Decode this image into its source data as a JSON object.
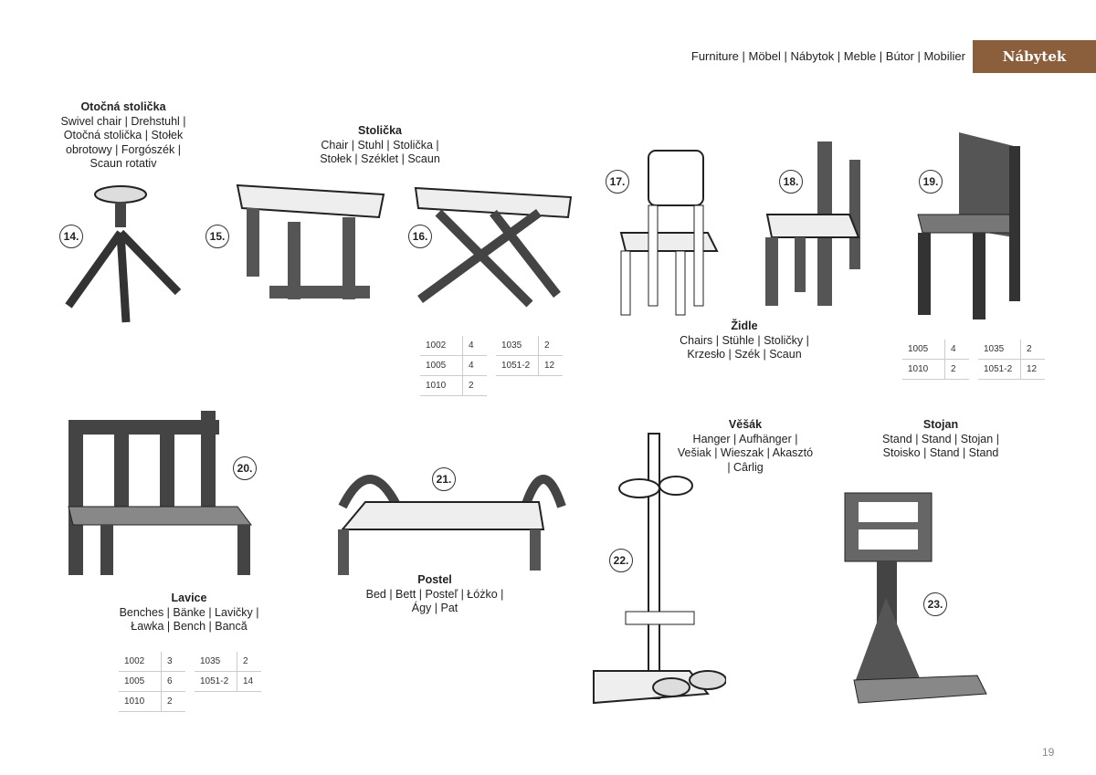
{
  "header": {
    "languages": "Furniture | Möbel | Nábytok | Meble | Bútor | Mobilier",
    "section_tag": "Nábytek"
  },
  "items": [
    {
      "title": "Otočná stolička",
      "lines": [
        "Swivel chair | Drehstuhl |",
        "Otočná stolička | Stołek",
        "obrotowy | Forgószék |",
        "Scaun rotativ"
      ]
    },
    {
      "title": "Stolička",
      "lines": [
        "Chair | Stuhl | Stolička |",
        "Stołek | Széklet | Scaun"
      ]
    },
    {
      "title": "Židle",
      "lines": [
        "Chairs | Stühle | Stoličky |",
        "Krzesło | Szék | Scaun"
      ]
    },
    {
      "title": "Lavice",
      "lines": [
        "Benches | Bänke | Lavičky |",
        "Ławka | Bench | Bancă"
      ]
    },
    {
      "title": "Postel",
      "lines": [
        "Bed | Bett | Posteľ | Łóżko |",
        "Ágy | Pat"
      ]
    },
    {
      "title": "Věšák",
      "lines": [
        "Hanger | Aufhänger |",
        "Vešiak | Wieszak | Akasztó",
        "| Cârlig"
      ]
    },
    {
      "title": "Stojan",
      "lines": [
        "Stand | Stand | Stojan |",
        "Stoisko | Stand | Stand"
      ]
    }
  ],
  "numbers": [
    "14.",
    "15.",
    "16.",
    "17.",
    "18.",
    "19.",
    "20.",
    "21.",
    "22.",
    "23."
  ],
  "parts_tables": {
    "stolicka": [
      [
        [
          "1002",
          "4"
        ],
        [
          "1005",
          "4"
        ],
        [
          "1010",
          "2"
        ]
      ],
      [
        [
          "1035",
          "2"
        ],
        [
          "1051-2",
          "12"
        ]
      ]
    ],
    "zidle": [
      [
        [
          "1005",
          "4"
        ],
        [
          "1010",
          "2"
        ]
      ],
      [
        [
          "1035",
          "2"
        ],
        [
          "1051-2",
          "12"
        ]
      ]
    ],
    "lavice": [
      [
        [
          "1002",
          "3"
        ],
        [
          "1005",
          "6"
        ],
        [
          "1010",
          "2"
        ]
      ],
      [
        [
          "1035",
          "2"
        ],
        [
          "1051-2",
          "14"
        ]
      ]
    ]
  },
  "page_number": "19",
  "colors": {
    "accent": "#8b5e3c"
  }
}
